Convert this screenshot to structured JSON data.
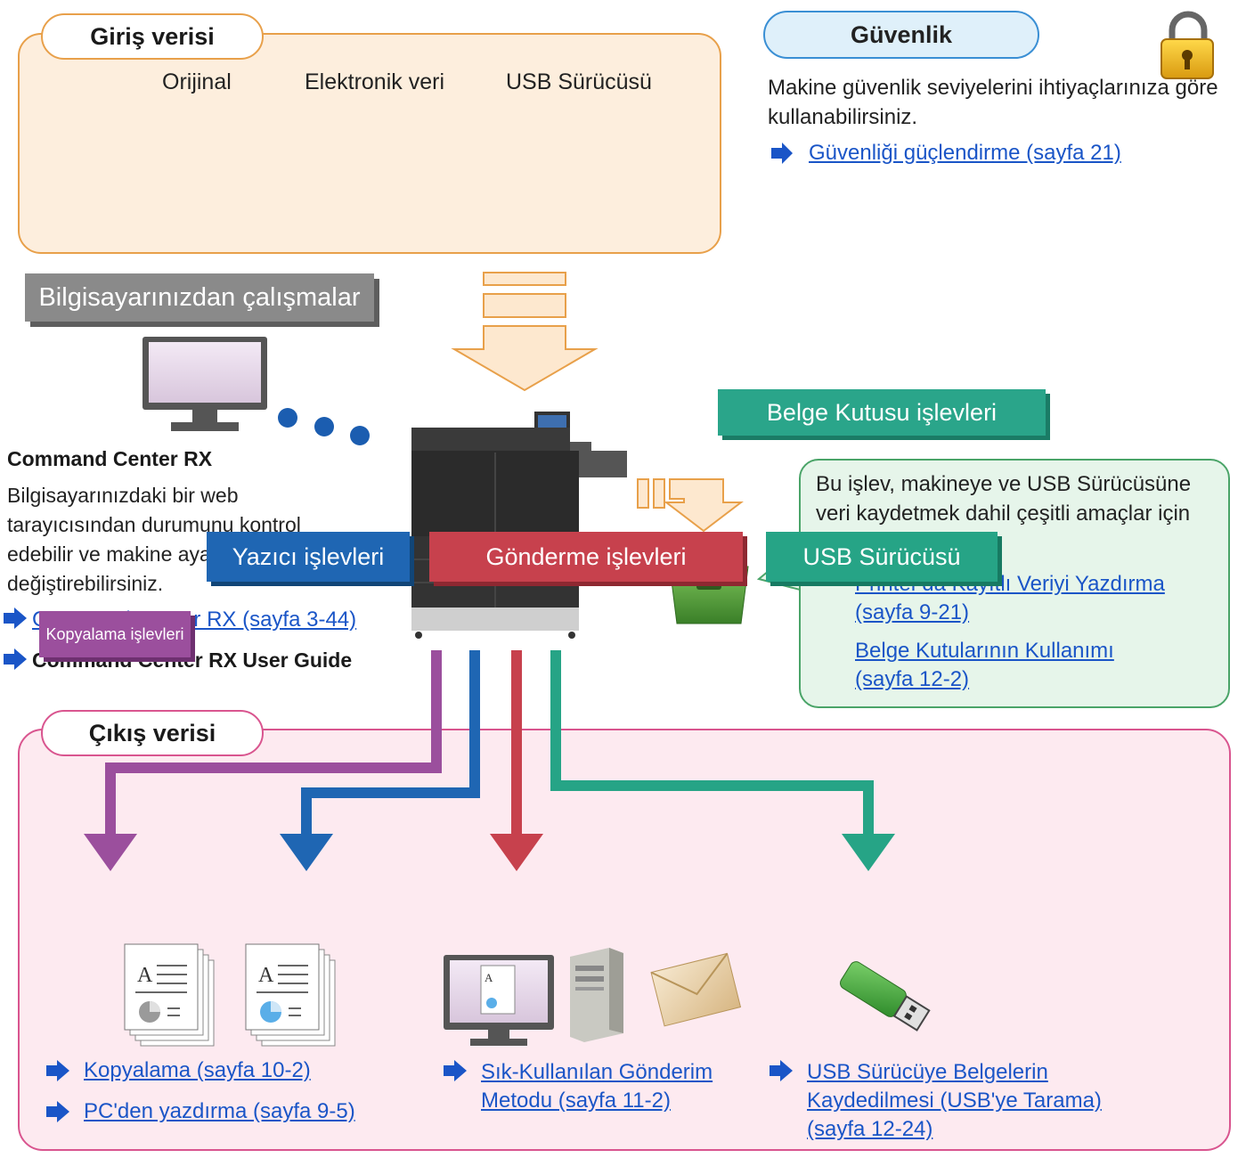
{
  "input_section": {
    "title": "Giriş verisi",
    "items": [
      "Orijinal",
      "Elektronik veri",
      "USB Sürücüsü"
    ]
  },
  "security": {
    "title": "Güvenlik",
    "description": "Makine güvenlik seviyelerini ihtiyaçlarınıza göre kullanabilirsiniz.",
    "link": "Güvenliği güçlendirme (sayfa 21)"
  },
  "pc_operations": {
    "banner": "Bilgisayarınızdan çalışmalar",
    "heading": "Command Center RX",
    "description": "Bilgisayarınızdaki bir web tarayıcısından durumunu kontrol edebilir ve makine ayarlarını değiştirebilirsiniz.",
    "link": "Command Center RX (sayfa 3-44)",
    "guide": "Command Center RX User Guide"
  },
  "document_box": {
    "banner": "Belge Kutusu işlevleri",
    "description": "Bu işlev, makineye ve USB Sürücüsüne veri kaydetmek dahil çeşitli amaçlar için kullanılır.",
    "links": [
      "Printer'da Kayıtlı Veriyi Yazdırma (sayfa 9-21)",
      "Belge Kutularının Kullanımı (sayfa 12-2)"
    ]
  },
  "output_section": {
    "title": "Çıkış verisi",
    "functions": {
      "copy": "Kopyalama işlevleri",
      "print": "Yazıcı işlevleri",
      "send": "Gönderme işlevleri",
      "usb": "USB Sürücüsü"
    },
    "links": {
      "copy": "Kopyalama (sayfa 10-2)",
      "pc_print": "PC'den yazdırma (sayfa 9-5)",
      "send": "Sık-Kullanılan Gönderim Metodu (sayfa 11-2)",
      "usb_scan": "USB Sürücüye Belgelerin Kaydedilmesi (USB'ye Tarama) (sayfa 12-24)"
    }
  },
  "colors": {
    "input": "#e8a04a",
    "output": "#d9558f",
    "copy": "#9b4f9d",
    "print": "#1f66b3",
    "send": "#c7414d",
    "usb": "#26a486",
    "link": "#1a55c7"
  }
}
